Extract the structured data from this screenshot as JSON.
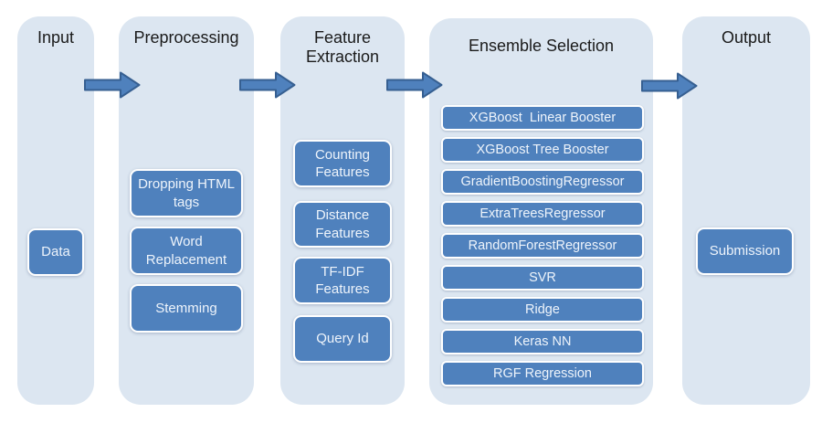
{
  "diagram": {
    "columns": [
      {
        "title": "Input",
        "items": [
          "Data"
        ]
      },
      {
        "title": "Preprocessing",
        "items": [
          "Dropping HTML tags",
          "Word Replacement",
          "Stemming"
        ]
      },
      {
        "title": "Feature Extraction",
        "items": [
          "Counting Features",
          "Distance Features",
          "TF-IDF Features",
          "Query Id"
        ]
      },
      {
        "title": "Ensemble Selection",
        "items": [
          "XGBoost  Linear Booster",
          "XGBoost Tree Booster",
          "GradientBoostingRegressor",
          "ExtraTreesRegressor",
          "RandomForestRegressor",
          "SVR",
          "Ridge",
          "Keras NN",
          "RGF Regression"
        ]
      },
      {
        "title": "Output",
        "items": [
          "Submission"
        ]
      }
    ]
  },
  "colors": {
    "panel": "#dce6f1",
    "node": "#4f81bd",
    "node-border": "#ffffff",
    "node-text": "#eef4fb",
    "title-text": "#1a1a1a",
    "arrow": "#4f81bd",
    "arrow-border": "#365f91"
  }
}
